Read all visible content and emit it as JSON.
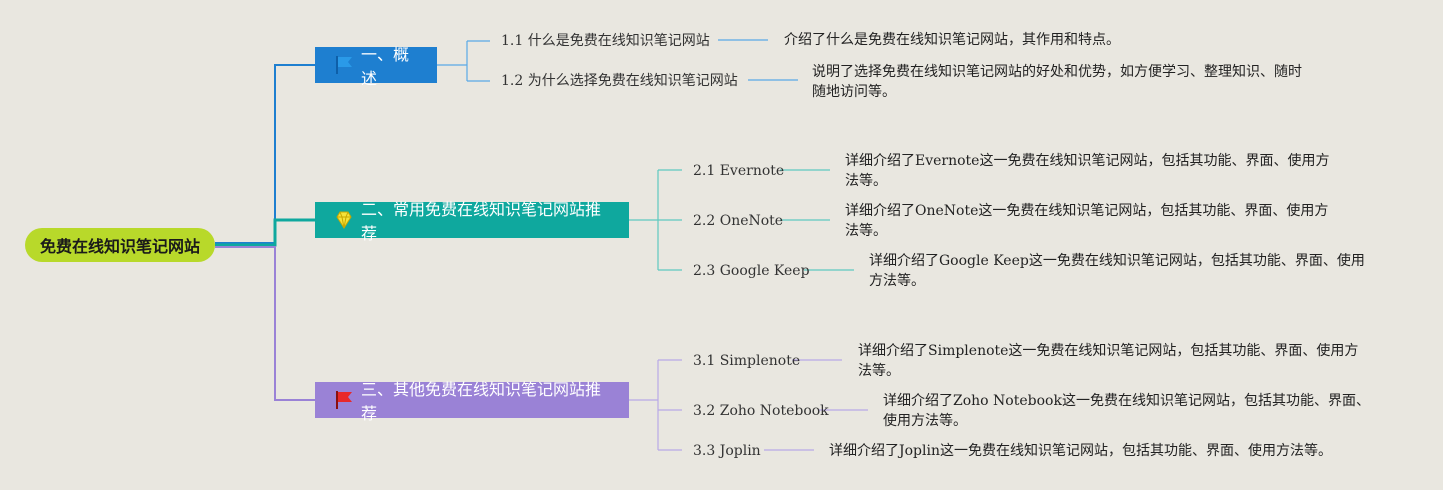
{
  "root": {
    "label": "免费在线知识笔记网站"
  },
  "colors": {
    "root": "#b8d92a",
    "branch1": "#1e7fd0",
    "branch2": "#0fa89e",
    "branch3": "#9a82d6",
    "background": "#e9e7e0"
  },
  "branches": [
    {
      "label": "一、概述",
      "icon": "blue-flag-icon",
      "children": [
        {
          "label": "1.1 什么是免费在线知识笔记网站",
          "detail": "介绍了什么是免费在线知识笔记网站，其作用和特点。"
        },
        {
          "label": "1.2 为什么选择免费在线知识笔记网站",
          "detail": "说明了选择免费在线知识笔记网站的好处和优势，如方便学习、整理知识、随时随地访问等。"
        }
      ]
    },
    {
      "label": "二、常用免费在线知识笔记网站推荐",
      "icon": "diamond-icon",
      "children": [
        {
          "label": "2.1 Evernote",
          "detail": "详细介绍了Evernote这一免费在线知识笔记网站，包括其功能、界面、使用方法等。"
        },
        {
          "label": "2.2 OneNote",
          "detail": "详细介绍了OneNote这一免费在线知识笔记网站，包括其功能、界面、使用方法等。"
        },
        {
          "label": "2.3 Google Keep",
          "detail": "详细介绍了Google Keep这一免费在线知识笔记网站，包括其功能、界面、使用方法等。"
        }
      ]
    },
    {
      "label": "三、其他免费在线知识笔记网站推荐",
      "icon": "red-flag-icon",
      "children": [
        {
          "label": "3.1 Simplenote",
          "detail": "详细介绍了Simplenote这一免费在线知识笔记网站，包括其功能、界面、使用方法等。"
        },
        {
          "label": "3.2 Zoho Notebook",
          "detail": "详细介绍了Zoho Notebook这一免费在线知识笔记网站，包括其功能、界面、使用方法等。"
        },
        {
          "label": "3.3 Joplin",
          "detail": "详细介绍了Joplin这一免费在线知识笔记网站，包括其功能、界面、使用方法等。"
        }
      ]
    }
  ]
}
